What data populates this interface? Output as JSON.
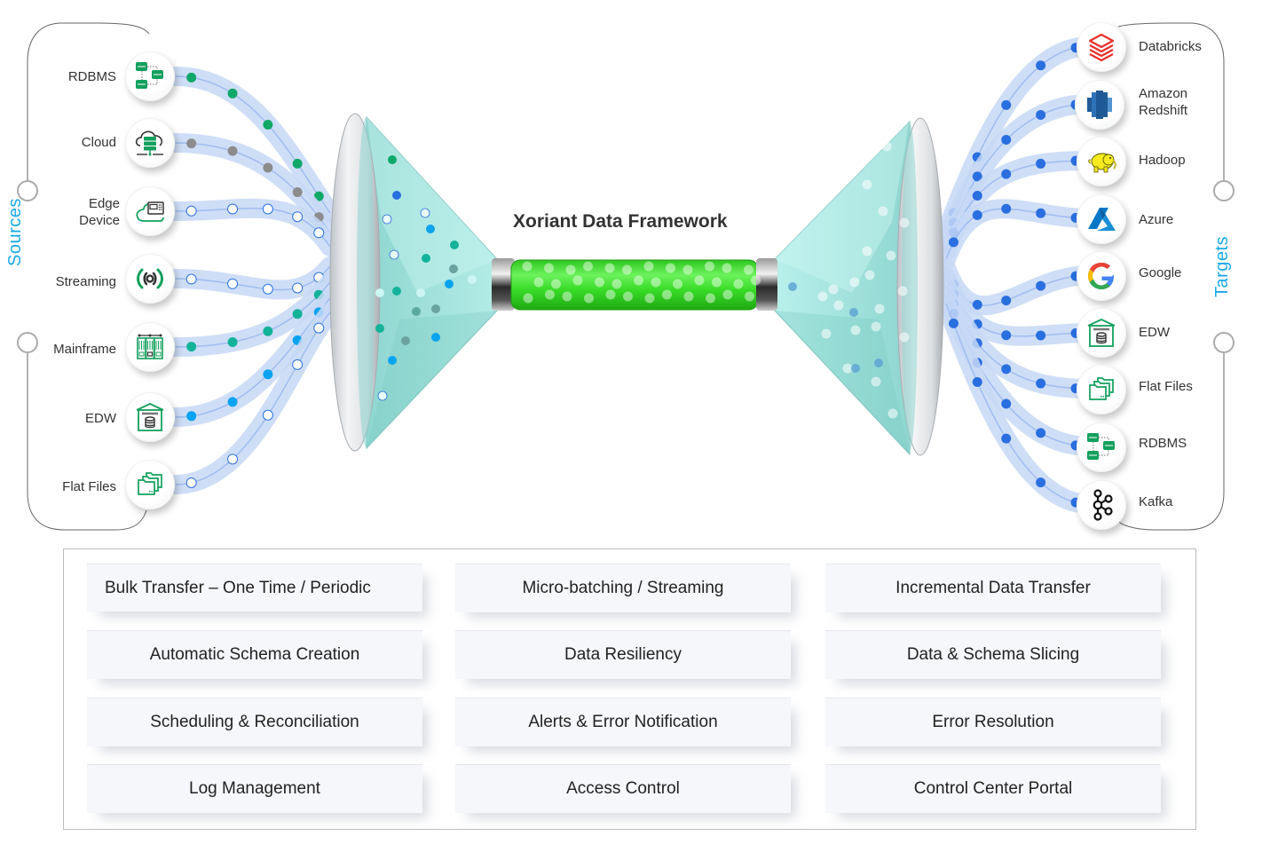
{
  "diagram": {
    "title": "Xoriant Data Framework",
    "sources_heading": "Sources",
    "targets_heading": "Targets"
  },
  "sources": [
    {
      "label": "RDBMS",
      "icon": "rdbms-icon",
      "dot_style": "filled",
      "dot_color": "#0fa868"
    },
    {
      "label": "Cloud",
      "icon": "cloud-server-icon",
      "dot_style": "filled",
      "dot_color": "#8c8c8c"
    },
    {
      "label": "Edge\nDevice",
      "icon": "edge-device-icon",
      "dot_style": "hollow",
      "dot_color": "#ffffff"
    },
    {
      "label": "Streaming",
      "icon": "streaming-icon",
      "dot_style": "hollow",
      "dot_color": "#ffffff"
    },
    {
      "label": "Mainframe",
      "icon": "mainframe-icon",
      "dot_style": "filled",
      "dot_color": "#13b39a"
    },
    {
      "label": "EDW",
      "icon": "warehouse-icon",
      "dot_style": "filled",
      "dot_color": "#0aa3ef"
    },
    {
      "label": "Flat Files",
      "icon": "folders-icon",
      "dot_style": "hollow",
      "dot_color": "#ffffff"
    }
  ],
  "targets": [
    {
      "label": "Databricks",
      "icon": "databricks-icon"
    },
    {
      "label": "Amazon\nRedshift",
      "icon": "redshift-icon"
    },
    {
      "label": "Hadoop",
      "icon": "hadoop-elephant-icon"
    },
    {
      "label": "Azure",
      "icon": "azure-icon"
    },
    {
      "label": "Google",
      "icon": "google-g-icon"
    },
    {
      "label": "EDW",
      "icon": "warehouse-icon"
    },
    {
      "label": "Flat Files",
      "icon": "folders-icon"
    },
    {
      "label": "RDBMS",
      "icon": "rdbms-icon"
    },
    {
      "label": "Kafka",
      "icon": "kafka-icon"
    }
  ],
  "features": [
    [
      "Bulk Transfer – One Time / Periodic",
      "Micro-batching / Streaming",
      "Incremental Data Transfer"
    ],
    [
      "Automatic Schema Creation",
      "Data Resiliency",
      "Data & Schema Slicing"
    ],
    [
      "Scheduling & Reconciliation",
      "Alerts & Error Notification",
      "Error Resolution"
    ],
    [
      "Log Management",
      "Access Control",
      "Control Center Portal"
    ]
  ],
  "colors": {
    "accent_blue": "#17a9e6",
    "icon_green": "#12a05c",
    "target_dot_blue": "#2a6fe0",
    "stream_band": "#c7d8f6",
    "pipe_green": "#39e02a",
    "funnel_teal": "#9ee0dc"
  }
}
